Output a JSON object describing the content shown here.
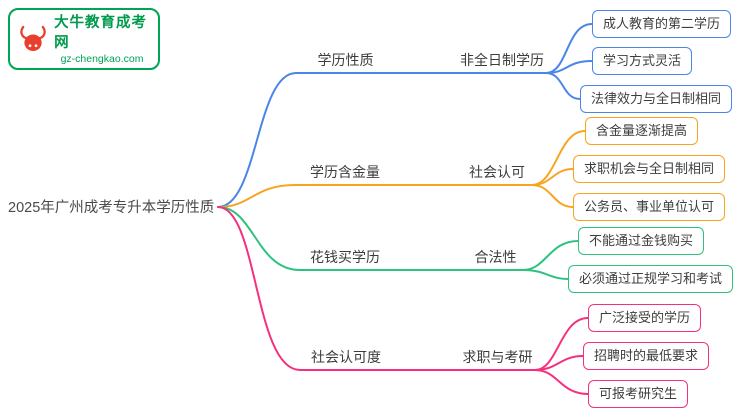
{
  "logo": {
    "title": "大牛教育成考网",
    "domain": "gz-chengkao.com",
    "brand_green": "#00a455",
    "bull_red": "#e8402d"
  },
  "root": {
    "label": "2025年广州成考专升本学历性质"
  },
  "branches": [
    {
      "label": "学历性质",
      "color": "#4a86e8",
      "child": "非全日制学历",
      "leaves": [
        "成人教育的第二学历",
        "学习方式灵活",
        "法律效力与全日制相同"
      ]
    },
    {
      "label": "学历含金量",
      "color": "#f7a520",
      "child": "社会认可",
      "leaves": [
        "含金量逐渐提高",
        "求职机会与全日制相同",
        "公务员、事业单位认可"
      ]
    },
    {
      "label": "花钱买学历",
      "color": "#2ec27e",
      "child": "合法性",
      "leaves": [
        "不能通过金钱购买",
        "必须通过正规学习和考试"
      ]
    },
    {
      "label": "社会认可度",
      "color": "#f5317f",
      "child": "求职与考研",
      "leaves": [
        "广泛接受的学历",
        "招聘时的最低要求",
        "可报考研究生"
      ]
    }
  ]
}
